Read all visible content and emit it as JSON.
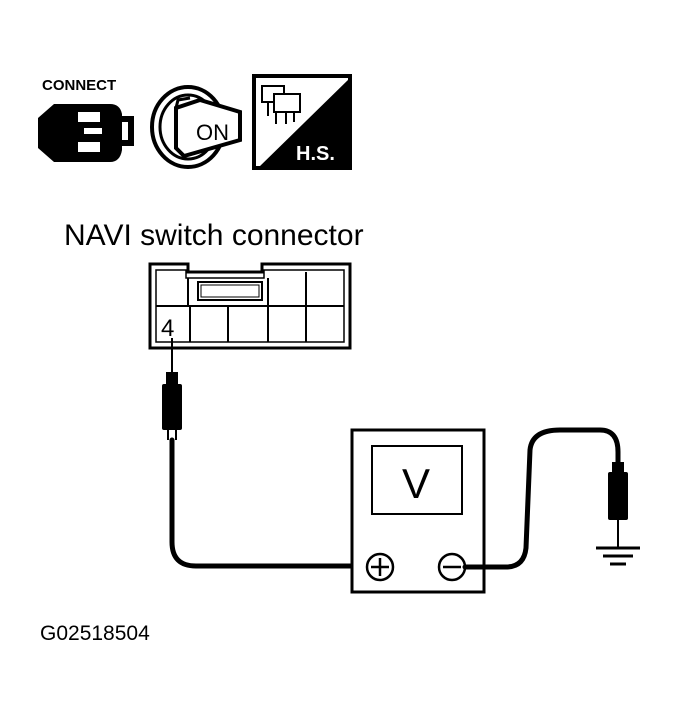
{
  "icons": {
    "connect_label": "CONNECT",
    "ignition_label": "ON",
    "harness_label": "H.S."
  },
  "connector": {
    "title": "NAVI switch connector",
    "pin_number": "4"
  },
  "meter": {
    "display_label": "V",
    "positive_symbol": "+",
    "negative_symbol": "−"
  },
  "figure_code": "G02518504"
}
